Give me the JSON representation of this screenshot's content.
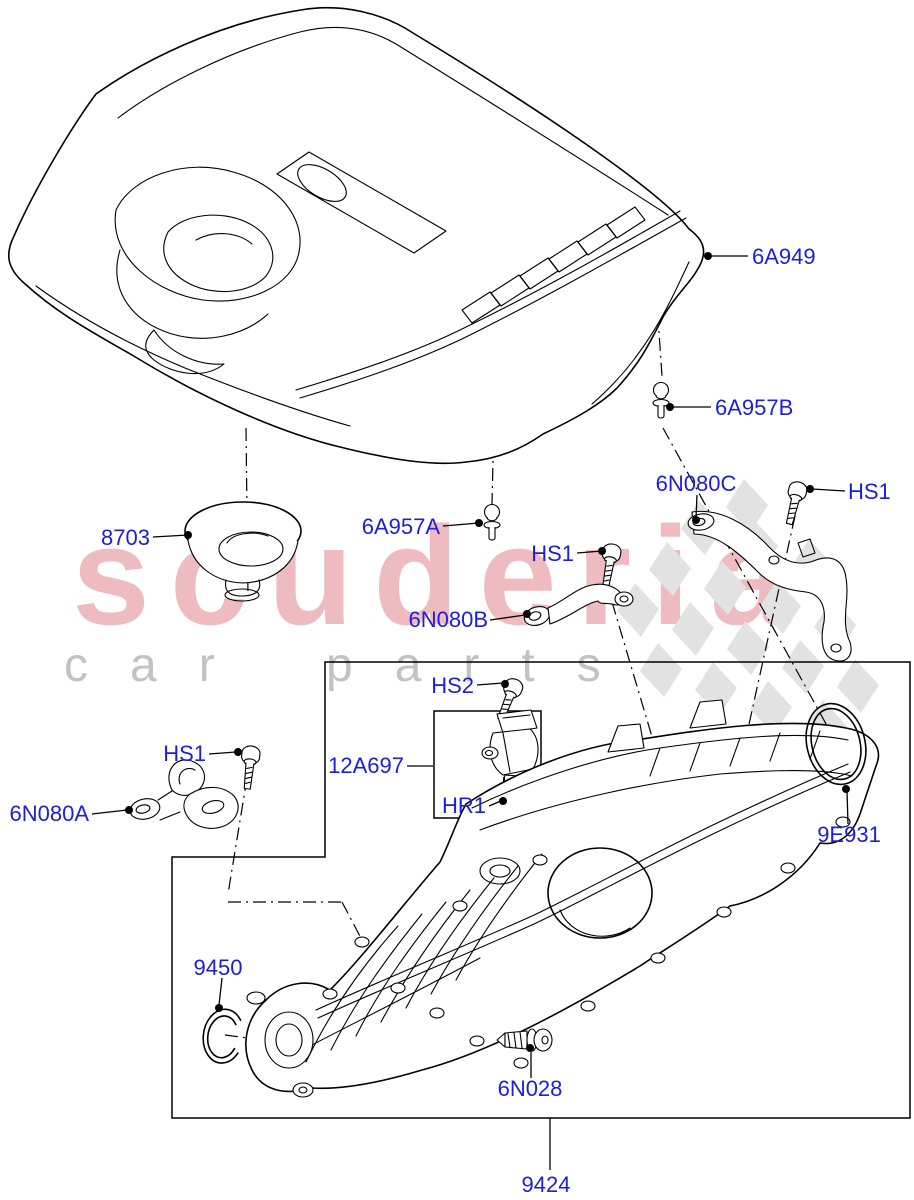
{
  "diagram_type": "vehicle-parts-exploded-diagram",
  "style": {
    "background": "#ffffff",
    "line_color": "#000000",
    "callout_color": "#1d1de0",
    "watermark_brand_color": "#eebcc0",
    "watermark_tagline_color": "#c2c2c2",
    "watermark_flag_color": "#e2e2e2"
  },
  "watermark": {
    "brand": "scuderia",
    "tagline_word1": "car",
    "tagline_word2": "parts"
  },
  "callouts": [
    {
      "text": "6A949"
    },
    {
      "text": "6A957B"
    },
    {
      "text": "8703"
    },
    {
      "text": "6A957A"
    },
    {
      "text": "HS1"
    },
    {
      "text": "6N080B"
    },
    {
      "text": "6N080C"
    },
    {
      "text": "HS1"
    },
    {
      "text": "HS2"
    },
    {
      "text": "12A697"
    },
    {
      "text": "HR1"
    },
    {
      "text": "HS1"
    },
    {
      "text": "6N080A"
    },
    {
      "text": "9E931"
    },
    {
      "text": "9450"
    },
    {
      "text": "6N028"
    },
    {
      "text": "9424"
    }
  ]
}
